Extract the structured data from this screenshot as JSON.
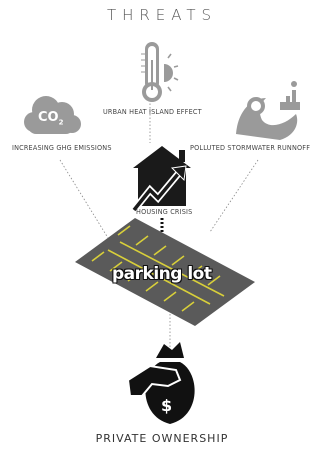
{
  "title": "THREATS",
  "threats": {
    "heat": "URBAN HEAT ISLAND EFFECT",
    "ghg": "INCREASING GHG EMISSIONS",
    "runoff": "POLLUTED STORMWATER RUNNOFF",
    "housing": "HOUSING CRISIS"
  },
  "co2_text": "CO",
  "co2_sub": "2",
  "center_label": "parking lot",
  "money_symbol": "$",
  "bottom_title": "PRIVATE OWNERSHIP",
  "colors": {
    "icon_gray": "#9a9a9a",
    "lot_gray": "#5a5a5a",
    "lot_lines": "#d8cf3a",
    "dark": "#1a1a1a"
  }
}
